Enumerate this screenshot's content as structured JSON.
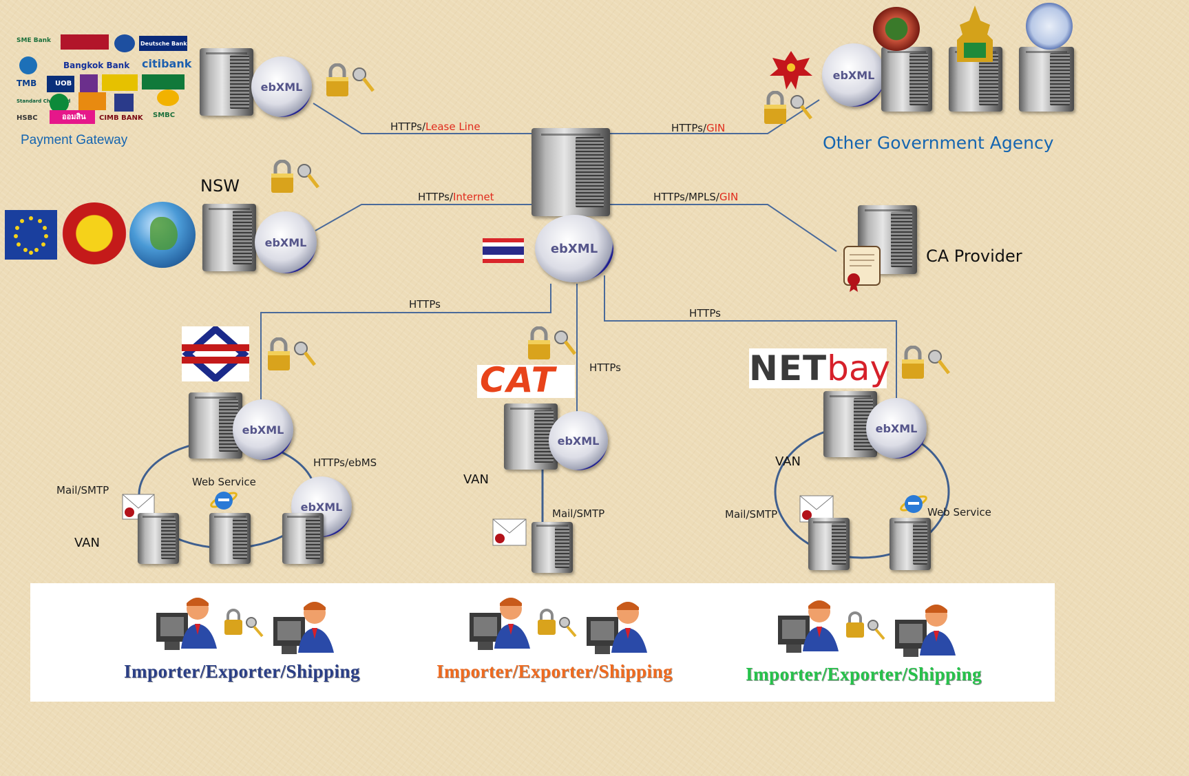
{
  "nodes": {
    "payment_gateway": {
      "label": "Payment Gateway"
    },
    "other_gov": {
      "label": "Other Government Agency"
    },
    "nsw": {
      "label": "NSW"
    },
    "ca_provider": {
      "label": "CA Provider"
    },
    "ebxml": "ebXML"
  },
  "bank_logos": [
    "SME Bank",
    "Deutsche Bank",
    "citibank",
    "Bangkok Bank",
    "TMB",
    "UOB",
    "SMBC",
    "HSBC",
    "ออมสิน",
    "CIMB BANK",
    "Standard Chartered"
  ],
  "links": {
    "pg": {
      "proto": "HTTPs/",
      "medium": "Lease Line"
    },
    "gov": {
      "proto": "HTTPs/",
      "medium": "GIN"
    },
    "nsw": {
      "proto": "HTTPs/",
      "medium": "Internet"
    },
    "ca": {
      "proto": "HTTPs/MPLS/",
      "medium": "GIN"
    },
    "left_van": "HTTPs",
    "mid_van": "HTTPs",
    "right_van": "HTTPs"
  },
  "vans": {
    "left": {
      "van": "VAN",
      "mail": "Mail/SMTP",
      "web": "Web Service",
      "ebms": "HTTPs/ebMS"
    },
    "middle": {
      "provider": "CAT",
      "van": "VAN",
      "mail": "Mail/SMTP"
    },
    "right": {
      "provider_a": "NET",
      "provider_b": "bay",
      "van": "VAN",
      "mail": "Mail/SMTP",
      "web": "Web Service"
    }
  },
  "footer": {
    "left": "Importer/Exporter/Shipping",
    "middle": "Importer/Exporter/Shipping",
    "right": "Importer/Exporter/Shipping"
  },
  "colors": {
    "line": "#4a6a9a",
    "blue_label": "#1565b0",
    "footer_left": "#2b3f86",
    "footer_middle": "#f06a1e",
    "footer_right": "#25c24a",
    "red": "#e02a1c"
  }
}
